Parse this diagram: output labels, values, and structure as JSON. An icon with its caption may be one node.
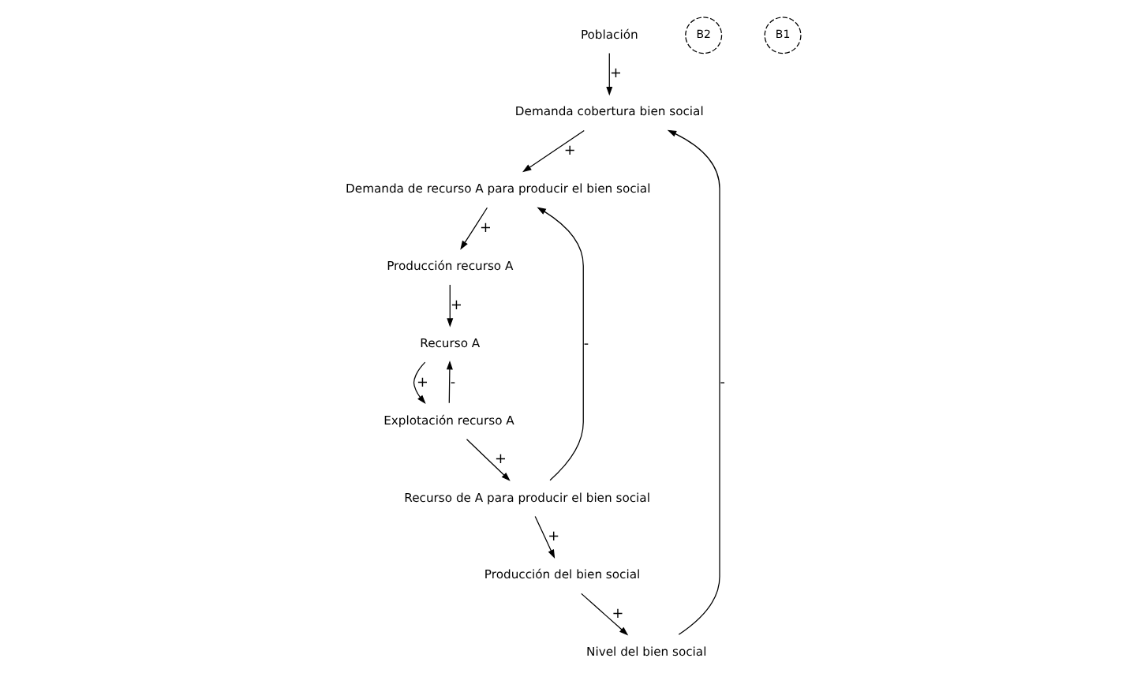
{
  "diagram": {
    "nodes": [
      {
        "text": [
          "Población"
        ]
      },
      {
        "text": [
          "Demanda cobertura bien social"
        ]
      },
      {
        "text": [
          "Nivel del bien social"
        ]
      },
      {
        "text": [
          "Demanda de recurso A para producir el bien social"
        ]
      },
      {
        "text": [
          "Producción recurso A"
        ]
      },
      {
        "text": [
          "Producción del bien social"
        ]
      },
      {
        "text": [
          "Recurso de A para producir el bien social"
        ]
      },
      {
        "text": [
          "Recurso A"
        ]
      },
      {
        "text": [
          "Explotación recurso A"
        ]
      }
    ],
    "edges": [
      {
        "from": 0,
        "to": 1,
        "arrow": "to",
        "label": "+"
      },
      {
        "from": 2,
        "to": 1,
        "arrow": "to",
        "label": "-"
      },
      {
        "from": 1,
        "to": 3,
        "arrow": "to",
        "label": "+"
      },
      {
        "from": 3,
        "to": 4,
        "arrow": "to",
        "label": "+"
      },
      {
        "from": 4,
        "to": 7,
        "arrow": "to",
        "label": "+"
      },
      {
        "from": 7,
        "to": 8,
        "arrow": "to",
        "label": "+"
      },
      {
        "from": 8,
        "to": 7,
        "arrow": "to",
        "label": "-"
      },
      {
        "from": 8,
        "to": 6,
        "arrow": "to",
        "label": "+"
      },
      {
        "from": 6,
        "to": 3,
        "arrow": "to",
        "label": "-"
      },
      {
        "from": 6,
        "to": 5,
        "arrow": "to",
        "label": "+"
      },
      {
        "from": 5,
        "to": 2,
        "arrow": "to",
        "label": "+"
      }
    ],
    "labels": [
      "B2",
      "B1"
    ]
  }
}
